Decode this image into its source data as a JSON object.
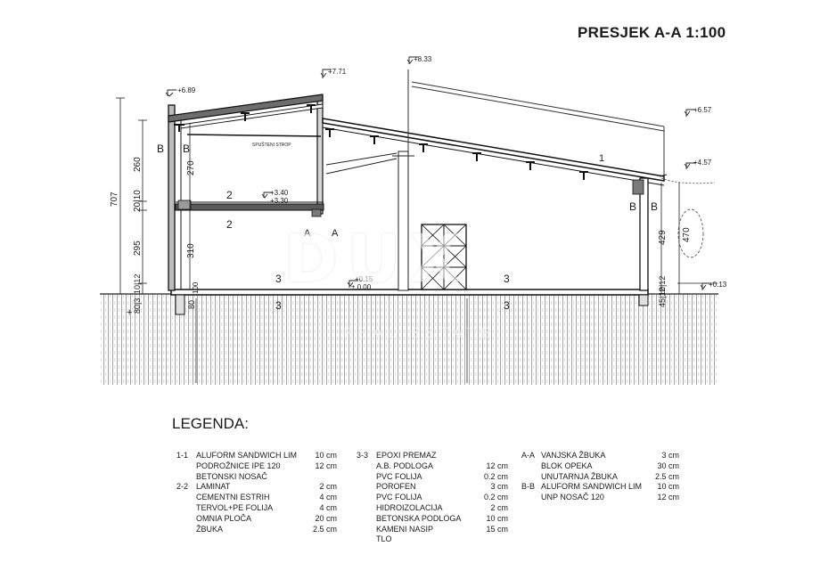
{
  "title": "PRESJEK A-A 1:100",
  "watermark": {
    "brand": "DUX",
    "tagline": "REAL ESTATE"
  },
  "elevations": {
    "top_left": "+6.89",
    "ridge_left": "+7.71",
    "top_mid": "+8.33",
    "right_upper": "+6.57",
    "right_eave": "+4.57",
    "floor_upper": "+3.40",
    "floor_upper_2": "+3.30",
    "floor_ground": "+0.15",
    "floor_zero": "± 0.00",
    "terrain": "+0.13"
  },
  "dimensions": {
    "total_left": "707",
    "d260": "260",
    "d20_10": "20|10",
    "d295": "295",
    "d10_12": "10|12",
    "d80_3": "80|3",
    "d270": "270",
    "d310": "310",
    "d80": "80",
    "d100": "100",
    "d429": "429",
    "d470": "470",
    "d10_12r": "10|12",
    "d45_12": "45|12",
    "plus": "+"
  },
  "section_marks": {
    "B": "B",
    "A": "A",
    "n1": "1",
    "n2": "2",
    "n3": "3",
    "spusteni": "SPUŠTENI STROP"
  },
  "legend": {
    "heading": "LEGENDA:",
    "group1": [
      {
        "code": "1-1",
        "material": "ALUFORM SANDWICH LIM",
        "thickness": "10 cm"
      },
      {
        "code": "",
        "material": "PODROŽNICE IPE 120",
        "thickness": "12 cm"
      },
      {
        "code": "",
        "material": "BETONSKI NOSAČ",
        "thickness": ""
      },
      {
        "code": "",
        "material": "",
        "thickness": ""
      },
      {
        "code": "2-2",
        "material": "LAMINAT",
        "thickness": "2 cm"
      },
      {
        "code": "",
        "material": "CEMENTNI ESTRIH",
        "thickness": "4 cm"
      },
      {
        "code": "",
        "material": "TERVOL+PE FOLIJA",
        "thickness": "4 cm"
      },
      {
        "code": "",
        "material": "OMNIA PLOČA",
        "thickness": "20 cm"
      },
      {
        "code": "",
        "material": "ŽBUKA",
        "thickness": "2.5 cm"
      }
    ],
    "group3": [
      {
        "code": "3-3",
        "material": "EPOXI PREMAZ",
        "thickness": ""
      },
      {
        "code": "",
        "material": "A.B. PODLOGA",
        "thickness": "12 cm"
      },
      {
        "code": "",
        "material": "PVC FOLIJA",
        "thickness": "0.2 cm"
      },
      {
        "code": "",
        "material": "POROFEN",
        "thickness": "3 cm"
      },
      {
        "code": "",
        "material": "PVC FOLIJA",
        "thickness": "0.2 cm"
      },
      {
        "code": "",
        "material": "HIDROIZOLACIJA",
        "thickness": "2 cm"
      },
      {
        "code": "",
        "material": "BETONSKA PODLOGA",
        "thickness": "10 cm"
      },
      {
        "code": "",
        "material": "KAMENI NASIP",
        "thickness": "15 cm"
      },
      {
        "code": "",
        "material": "TLO",
        "thickness": ""
      }
    ],
    "groupA": [
      {
        "code": "A-A",
        "material": "VANJSKA ŽBUKA",
        "thickness": "3 cm"
      },
      {
        "code": "",
        "material": "BLOK OPEKA",
        "thickness": "30 cm"
      },
      {
        "code": "",
        "material": "UNUTARNJA ŽBUKA",
        "thickness": "2.5 cm"
      },
      {
        "code": "B-B",
        "material": "ALUFORM SANDWICH LIM",
        "thickness": "10 cm"
      },
      {
        "code": "",
        "material": "UNP NOSAČ 120",
        "thickness": "12 cm"
      }
    ]
  }
}
